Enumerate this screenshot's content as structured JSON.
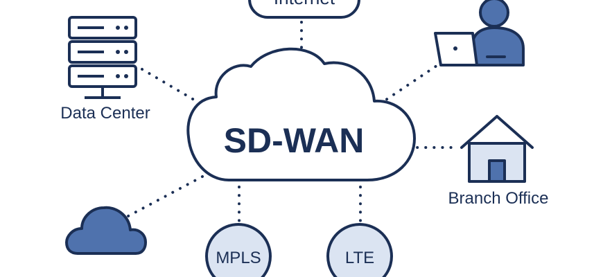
{
  "diagram": {
    "center_label": "SD-WAN",
    "nodes": {
      "internet": {
        "label": "Internet"
      },
      "data_center": {
        "label": "Data Center"
      },
      "branch_office": {
        "label": "Branch Office"
      },
      "mpls": {
        "label": "MPLS"
      },
      "lte": {
        "label": "LTE"
      }
    },
    "icons": [
      "server-rack-icon",
      "remote-user-icon",
      "house-icon",
      "cloud-icon"
    ]
  },
  "colors": {
    "outline": "#1b2f55",
    "icon_fill": "#4f72ad",
    "node_fill": "#dbe4f2",
    "background": "#ffffff"
  }
}
